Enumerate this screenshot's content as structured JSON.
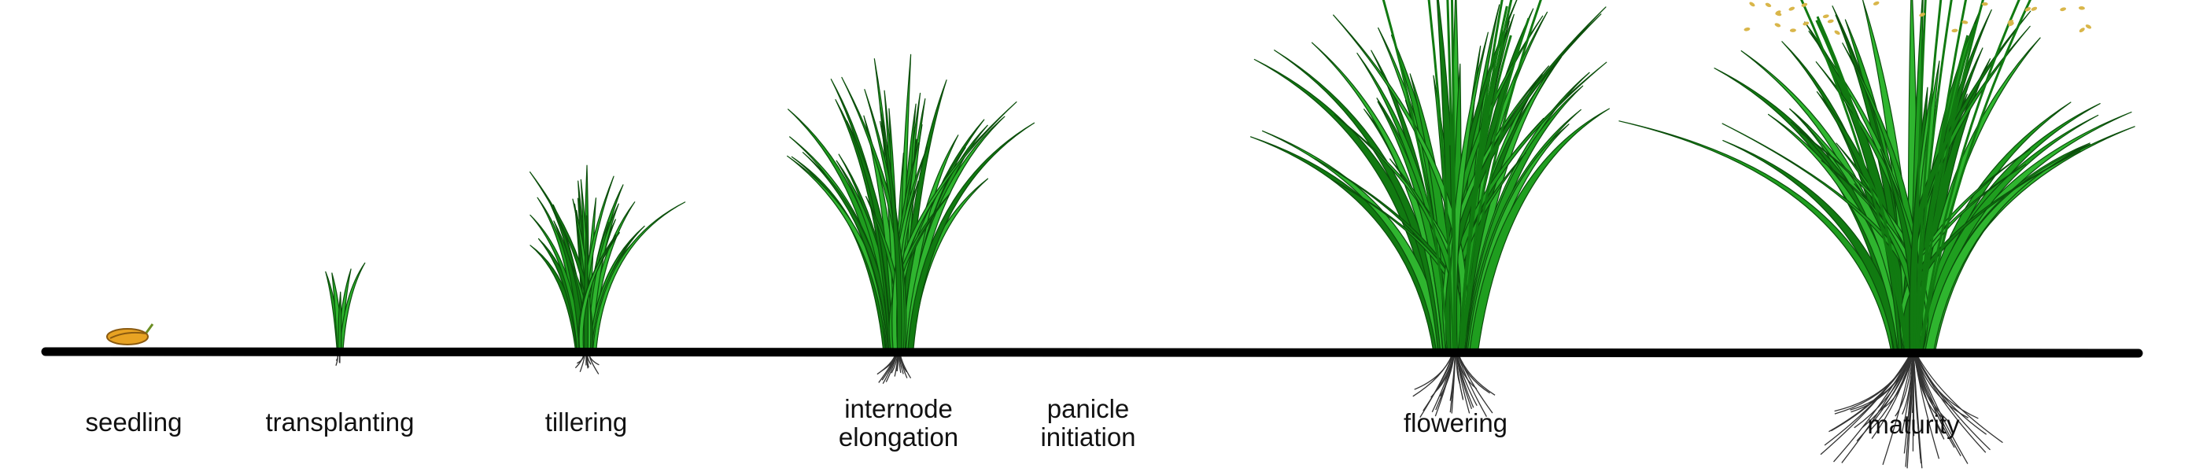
{
  "diagram": {
    "colors": {
      "leaf_light": "#2fb52f",
      "leaf_mid": "#1f9e1f",
      "leaf_dark": "#117a11",
      "leaf_outline": "#0b4f0b",
      "ground": "#000000",
      "root": "#333333",
      "seed": "#e8a323",
      "grain": "#d9b64a"
    },
    "stages": [
      {
        "key": "seedling",
        "lines": [
          "seedling"
        ]
      },
      {
        "key": "transplanting",
        "lines": [
          "transplanting"
        ]
      },
      {
        "key": "tillering",
        "lines": [
          "tillering"
        ]
      },
      {
        "key": "internode",
        "lines": [
          "internode",
          "elongation"
        ]
      },
      {
        "key": "panicle",
        "lines": [
          "panicle",
          "initiation"
        ]
      },
      {
        "key": "flowering",
        "lines": [
          "flowering"
        ]
      },
      {
        "key": "maturity",
        "lines": [
          "maturity"
        ]
      }
    ]
  }
}
